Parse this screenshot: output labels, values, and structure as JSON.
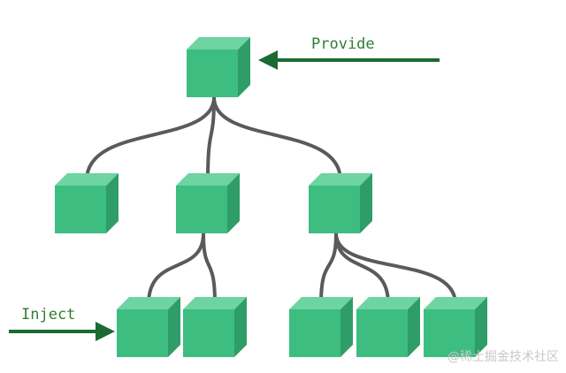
{
  "labels": {
    "provide": "Provide",
    "inject": "Inject"
  },
  "watermark": "@稀土掘金技术社区",
  "colors": {
    "cube_front": "#3dbd80",
    "cube_top": "#6dd4a2",
    "cube_side": "#2f9d67",
    "connector": "#5a5a5a",
    "arrow": "#1b6b32",
    "label": "#2e7d32"
  },
  "tree": {
    "root": "root",
    "children": {
      "root": [
        "child-1",
        "child-2",
        "child-3"
      ],
      "child-2": [
        "grandchild-1",
        "grandchild-2"
      ],
      "child-3": [
        "grandchild-3",
        "grandchild-4",
        "grandchild-5"
      ]
    },
    "provide_node": "root",
    "inject_node": "grandchild-1"
  }
}
